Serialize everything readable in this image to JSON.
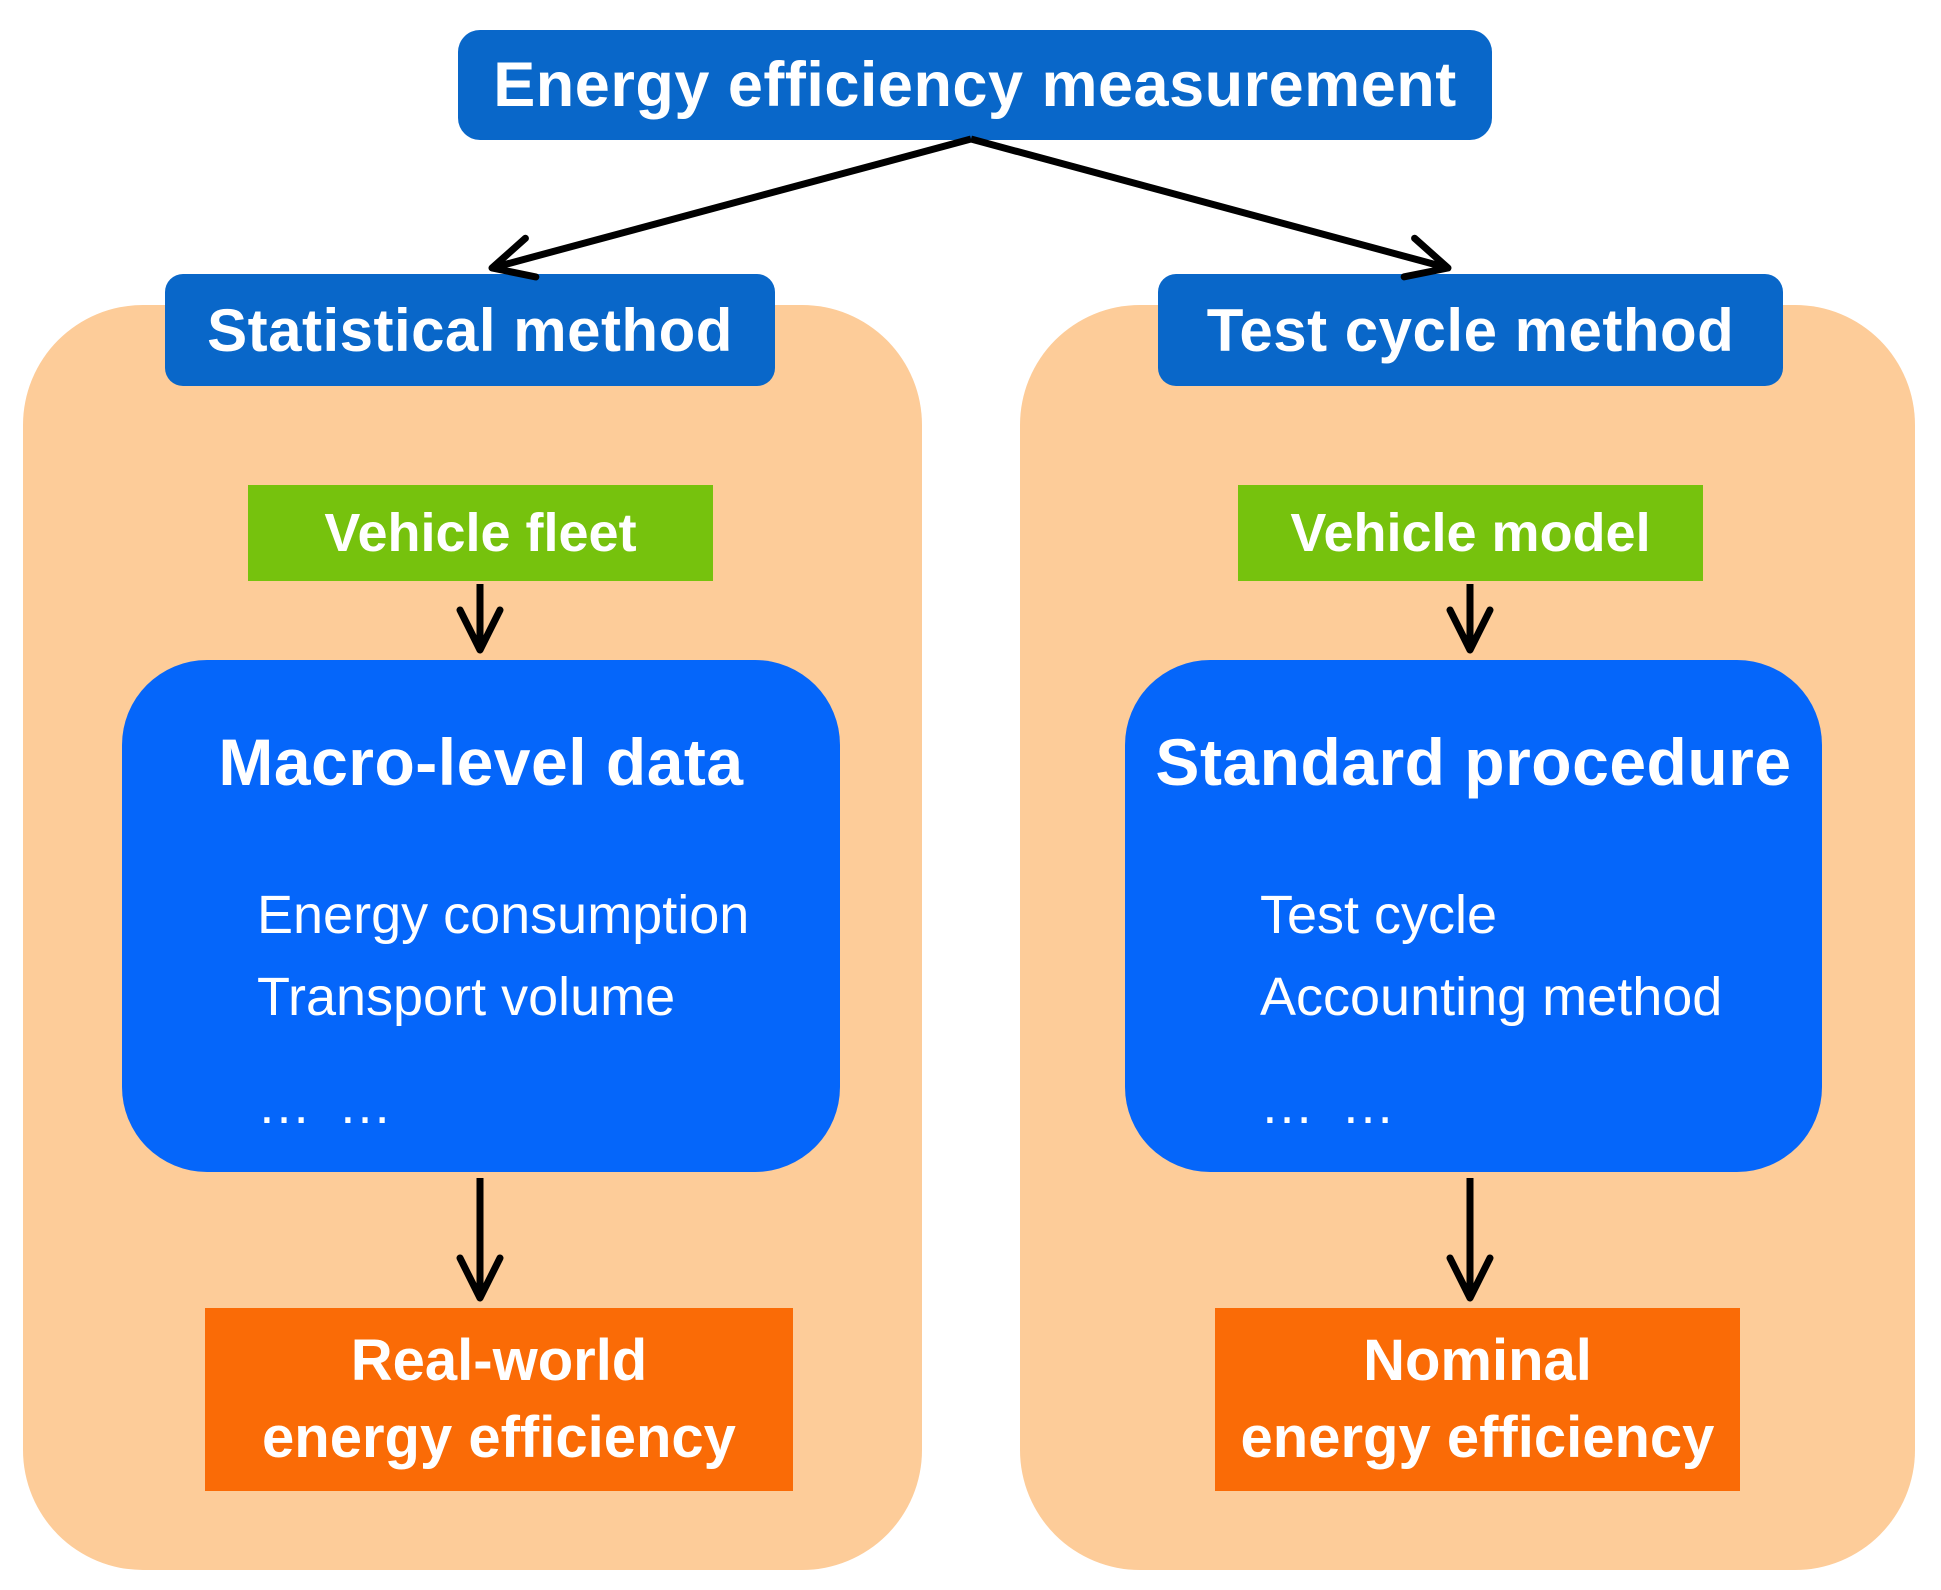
{
  "title": "Energy efficiency measurement",
  "colors": {
    "header_blue": "#0967C9",
    "content_blue": "#0566FA",
    "container_peach": "#FDCC99",
    "input_green": "#76C20D",
    "output_orange": "#FA6B06",
    "arrow_black": "#000000",
    "text_white": "#FFFFFF"
  },
  "left": {
    "method": "Statistical method",
    "input": "Vehicle fleet",
    "data_title": "Macro-level data",
    "data_items": [
      "Energy consumption",
      "Transport volume",
      "… …"
    ],
    "output": [
      "Real-world",
      "energy efficiency"
    ]
  },
  "right": {
    "method": "Test cycle method",
    "input": "Vehicle model",
    "data_title": "Standard procedure",
    "data_items": [
      "Test cycle",
      "Accounting method",
      "… …"
    ],
    "output": [
      "Nominal",
      "energy efficiency"
    ]
  }
}
